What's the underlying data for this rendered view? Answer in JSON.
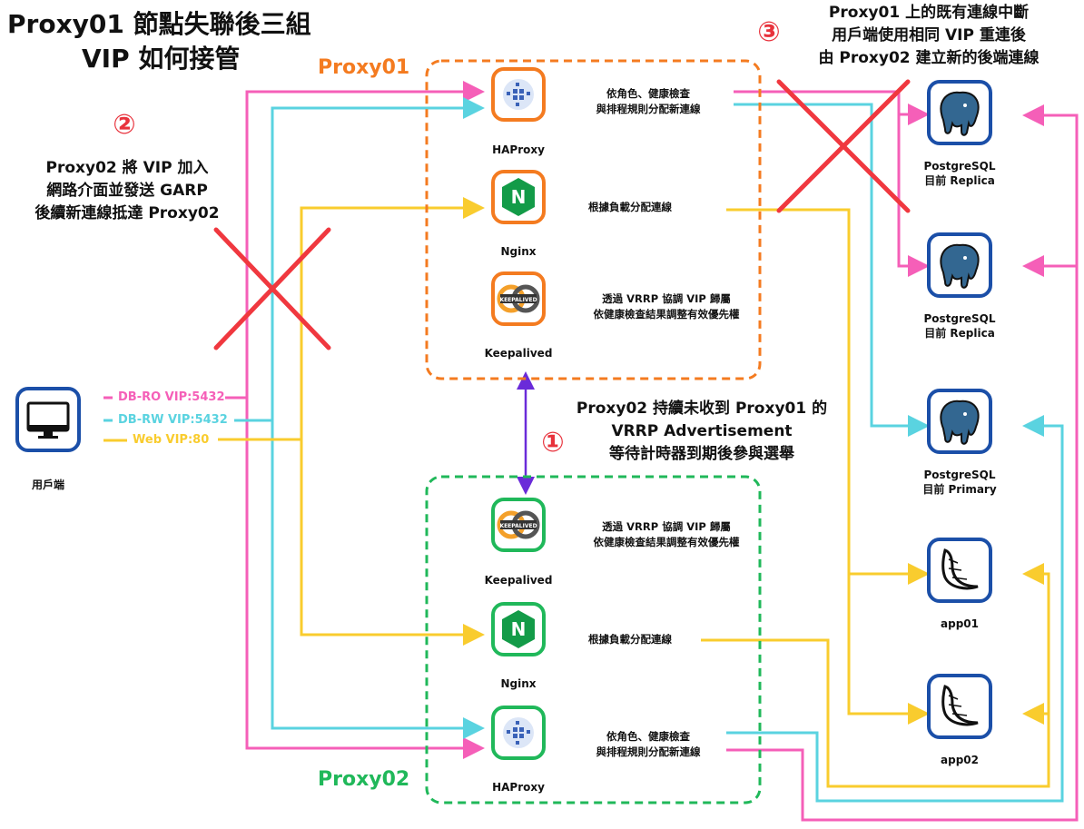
{
  "title": {
    "line1": "Proxy01 節點失聯後三組",
    "line2": "VIP 如何接管"
  },
  "steps": {
    "step1": {
      "num": "①",
      "lines": [
        "Proxy02 持續未收到 Proxy01 的",
        "VRRP Advertisement",
        "等待計時器到期後參與選舉"
      ]
    },
    "step2": {
      "num": "②",
      "lines": [
        "Proxy02 將 VIP 加入",
        "網路介面並發送 GARP",
        "後續新連線抵達 Proxy02"
      ]
    },
    "step3": {
      "num": "③",
      "lines": [
        "Proxy01 上的既有連線中斷",
        "用戶端使用相同 VIP 重連後",
        "由 Proxy02 建立新的後端連線"
      ]
    }
  },
  "proxy01": {
    "label": "Proxy01",
    "haproxy": {
      "name": "HAProxy",
      "desc1": "依角色、健康檢查",
      "desc2": "與排程規則分配新連線"
    },
    "nginx": {
      "name": "Nginx",
      "desc1": "根據負載分配連線"
    },
    "keepalived": {
      "name": "Keepalived",
      "desc1": "透過 VRRP 協調 VIP 歸屬",
      "desc2": "依健康檢查結果調整有效優先權"
    }
  },
  "proxy02": {
    "label": "Proxy02",
    "keepalived": {
      "name": "Keepalived",
      "desc1": "透過 VRRP 協調 VIP 歸屬",
      "desc2": "依健康檢查結果調整有效優先權"
    },
    "nginx": {
      "name": "Nginx",
      "desc1": "根據負載分配連線"
    },
    "haproxy": {
      "name": "HAProxy",
      "desc1": "依角色、健康檢查",
      "desc2": "與排程規則分配新連線"
    }
  },
  "client": {
    "name": "用戶端",
    "vips": [
      "DB-RO VIP:5432",
      "DB-RW VIP:5432",
      "Web VIP:80"
    ]
  },
  "backends": {
    "pg1": {
      "line1": "PostgreSQL",
      "line2": "目前 Replica"
    },
    "pg2": {
      "line1": "PostgreSQL",
      "line2": "目前 Replica"
    },
    "pg3": {
      "line1": "PostgreSQL",
      "line2": "目前 Primary"
    },
    "app1": {
      "name": "app01"
    },
    "app2": {
      "name": "app02"
    }
  },
  "colors": {
    "ro": "#f55fb8",
    "rw": "#5ad3e0",
    "web": "#f9cc2e",
    "orange": "#f47b20",
    "green": "#20b85a",
    "blue": "#1b4fa8",
    "red": "#f0383f",
    "vrrp": "#6a2bd9"
  }
}
